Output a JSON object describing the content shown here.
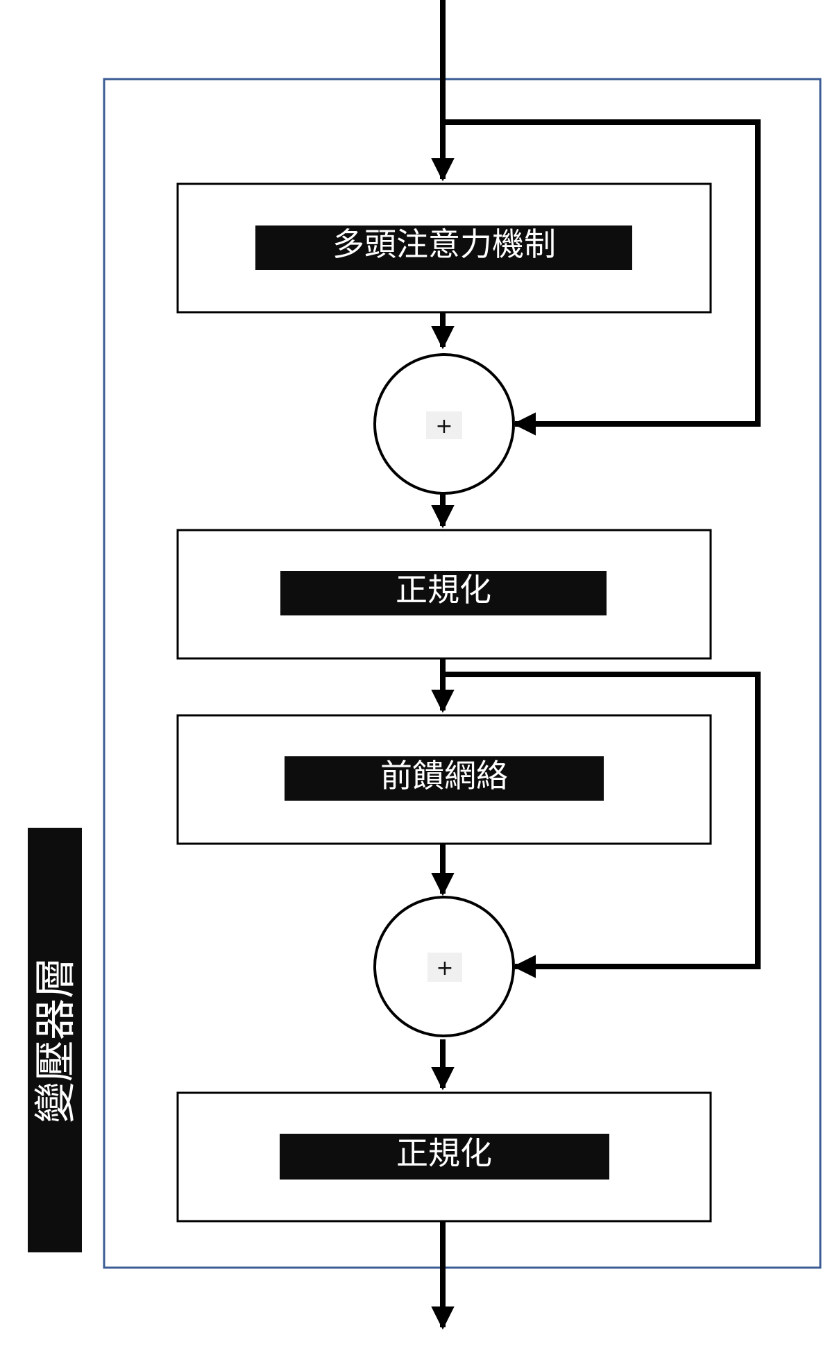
{
  "diagram": {
    "side_label": "變壓器層",
    "blocks": [
      {
        "label": "多頭注意力機制"
      },
      {
        "label": "正規化"
      },
      {
        "label": "前饋網絡"
      },
      {
        "label": "正規化"
      }
    ],
    "add_nodes": [
      {
        "symbol": "+"
      },
      {
        "symbol": "+"
      }
    ],
    "colors": {
      "frame": "#3b5b94",
      "line": "#000000",
      "label_bg": "#0d0d0d",
      "label_text": "#ffffff",
      "plus_bg": "#f0f0f0"
    }
  }
}
